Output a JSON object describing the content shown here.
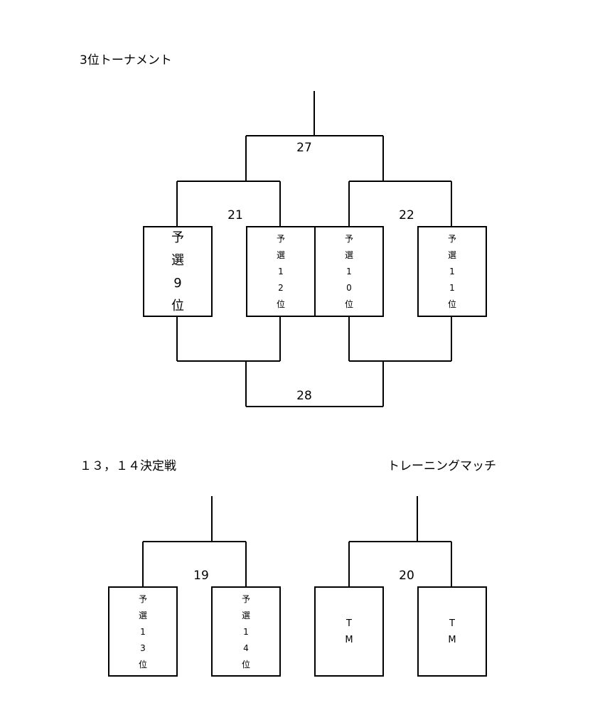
{
  "titles": {
    "third_place": "3位トーナメント",
    "place_13_14": "１３，１４決定戦",
    "training": "トレーニングマッチ"
  },
  "third_place_bracket": {
    "final_match": "27",
    "lower_match": "28",
    "match_left": "21",
    "match_right": "22",
    "entries": [
      {
        "chars": [
          "予",
          "選",
          "9",
          "位"
        ]
      },
      {
        "chars": [
          "予",
          "選",
          "1",
          "2",
          "位"
        ]
      },
      {
        "chars": [
          "予",
          "選",
          "1",
          "0",
          "位"
        ]
      },
      {
        "chars": [
          "予",
          "選",
          "1",
          "1",
          "位"
        ]
      }
    ]
  },
  "place_13_14_bracket": {
    "match": "19",
    "entries": [
      {
        "chars": [
          "予",
          "選",
          "1",
          "3",
          "位"
        ]
      },
      {
        "chars": [
          "予",
          "選",
          "1",
          "4",
          "位"
        ]
      }
    ]
  },
  "training_bracket": {
    "match": "20",
    "entries": [
      {
        "chars": [
          "T",
          "M"
        ]
      },
      {
        "chars": [
          "T",
          "M"
        ]
      }
    ]
  }
}
